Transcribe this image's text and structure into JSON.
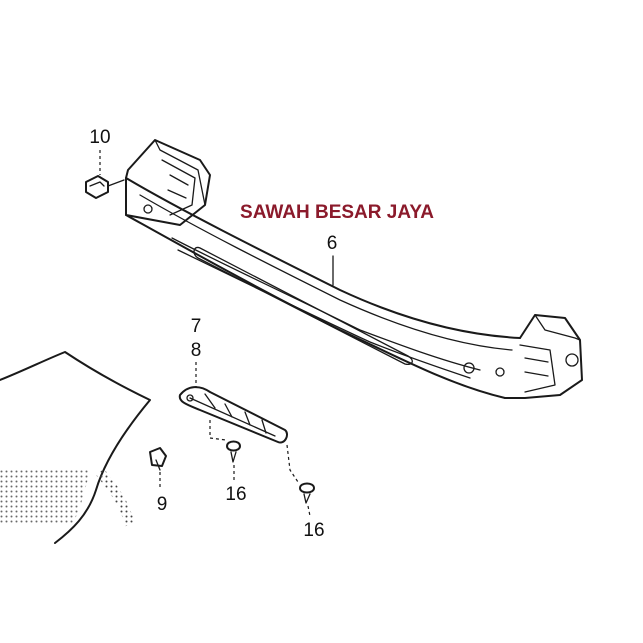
{
  "watermark": {
    "text": "SAWAH BESAR JAYA",
    "color": "#8b1a2b"
  },
  "callouts": {
    "c10": "10",
    "c6": "6",
    "c7": "7",
    "c8": "8",
    "c9": "9",
    "c16a": "16",
    "c16b": "16"
  }
}
